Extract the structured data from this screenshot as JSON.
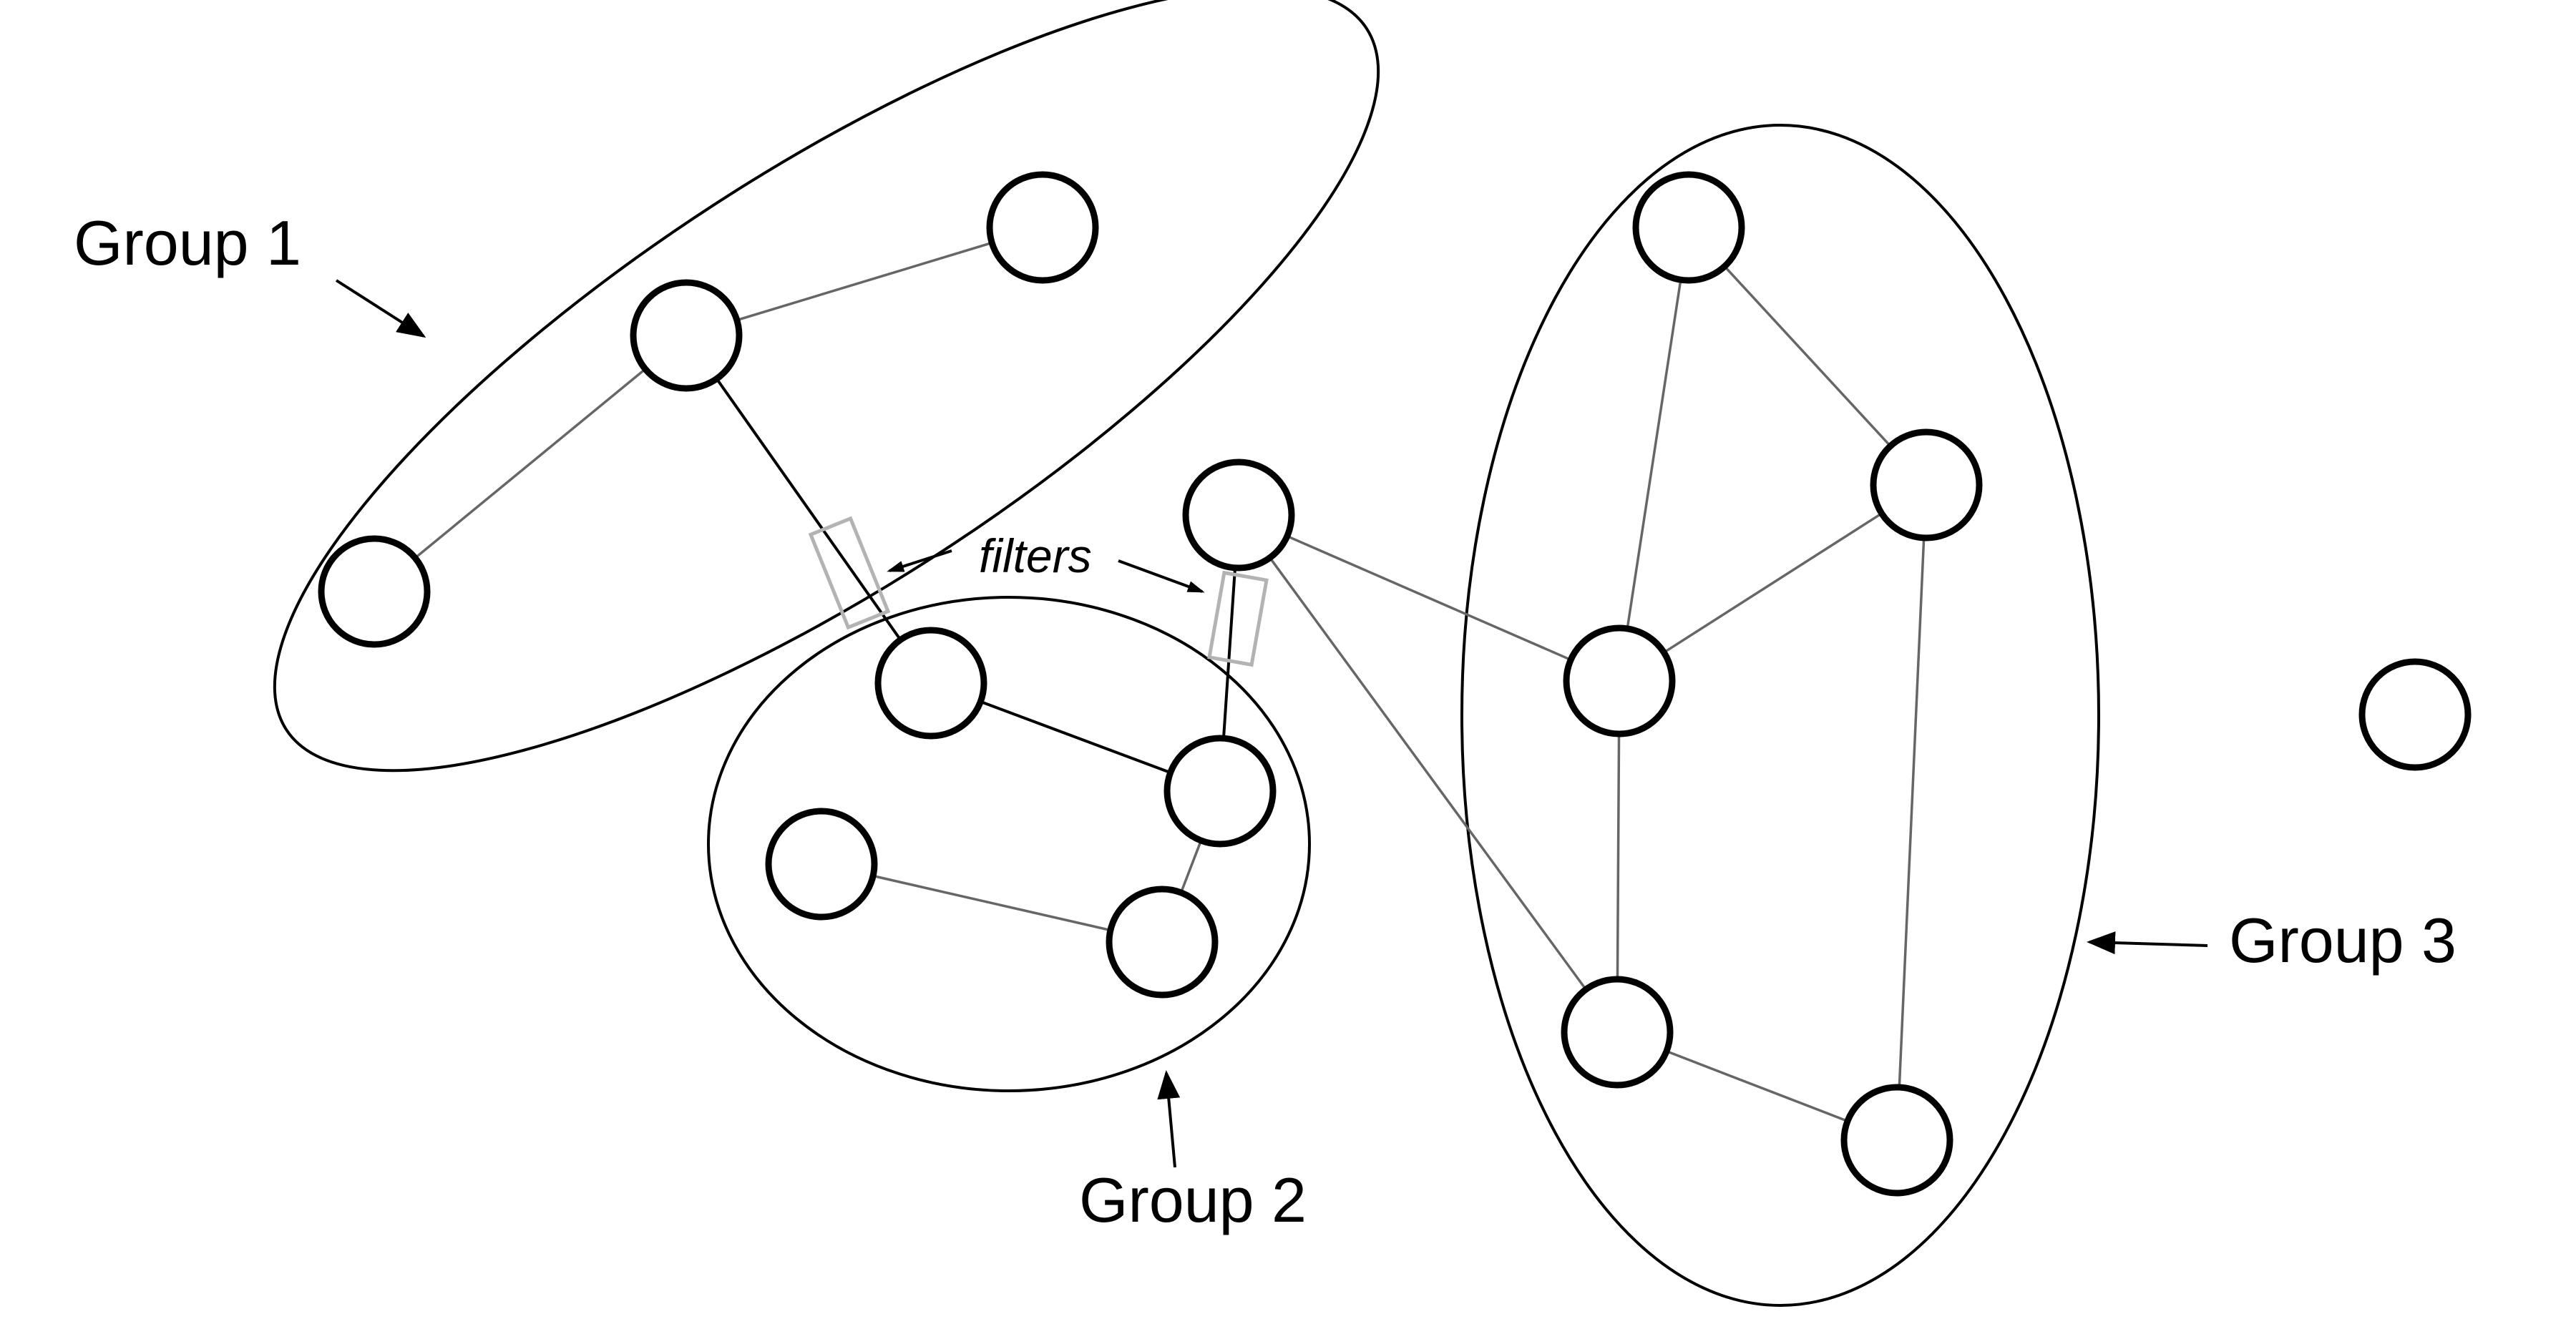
{
  "diagram": {
    "colors": {
      "node_stroke": "#000000",
      "edge_gray": "#666666",
      "edge_black": "#000000",
      "filter_box": "#b3b3b3",
      "group_outline": "#000000"
    },
    "groups": [
      {
        "id": "g1",
        "label": "Group 1"
      },
      {
        "id": "g2",
        "label": "Group 2"
      },
      {
        "id": "g3",
        "label": "Group 3"
      }
    ],
    "nodes": [
      {
        "id": "n1",
        "group": "g1"
      },
      {
        "id": "n2",
        "group": "g1"
      },
      {
        "id": "n3",
        "group": "g1"
      },
      {
        "id": "n4",
        "group": null
      },
      {
        "id": "n5",
        "group": "g2"
      },
      {
        "id": "n6",
        "group": "g2"
      },
      {
        "id": "n7",
        "group": "g2"
      },
      {
        "id": "n8",
        "group": "g2"
      },
      {
        "id": "n9",
        "group": "g3"
      },
      {
        "id": "n10",
        "group": "g3"
      },
      {
        "id": "n11",
        "group": "g3"
      },
      {
        "id": "n12",
        "group": "g3"
      },
      {
        "id": "n13",
        "group": "g3"
      },
      {
        "id": "n14",
        "group": null
      }
    ],
    "edges": [
      {
        "from": "n2",
        "to": "n1",
        "style": "gray"
      },
      {
        "from": "n2",
        "to": "n3",
        "style": "gray"
      },
      {
        "from": "n2",
        "to": "n5",
        "style": "black",
        "filtered": true
      },
      {
        "from": "n4",
        "to": "n6",
        "style": "black",
        "filtered": true
      },
      {
        "from": "n4",
        "to": "n11",
        "style": "gray"
      },
      {
        "from": "n4",
        "to": "n12",
        "style": "gray"
      },
      {
        "from": "n5",
        "to": "n6",
        "style": "black"
      },
      {
        "from": "n6",
        "to": "n8",
        "style": "gray"
      },
      {
        "from": "n7",
        "to": "n8",
        "style": "gray"
      },
      {
        "from": "n9",
        "to": "n10",
        "style": "gray"
      },
      {
        "from": "n9",
        "to": "n11",
        "style": "gray"
      },
      {
        "from": "n10",
        "to": "n11",
        "style": "gray"
      },
      {
        "from": "n10",
        "to": "n13",
        "style": "gray"
      },
      {
        "from": "n11",
        "to": "n12",
        "style": "gray"
      },
      {
        "from": "n12",
        "to": "n13",
        "style": "gray"
      }
    ],
    "annotations": {
      "filters_label": "filters"
    }
  }
}
